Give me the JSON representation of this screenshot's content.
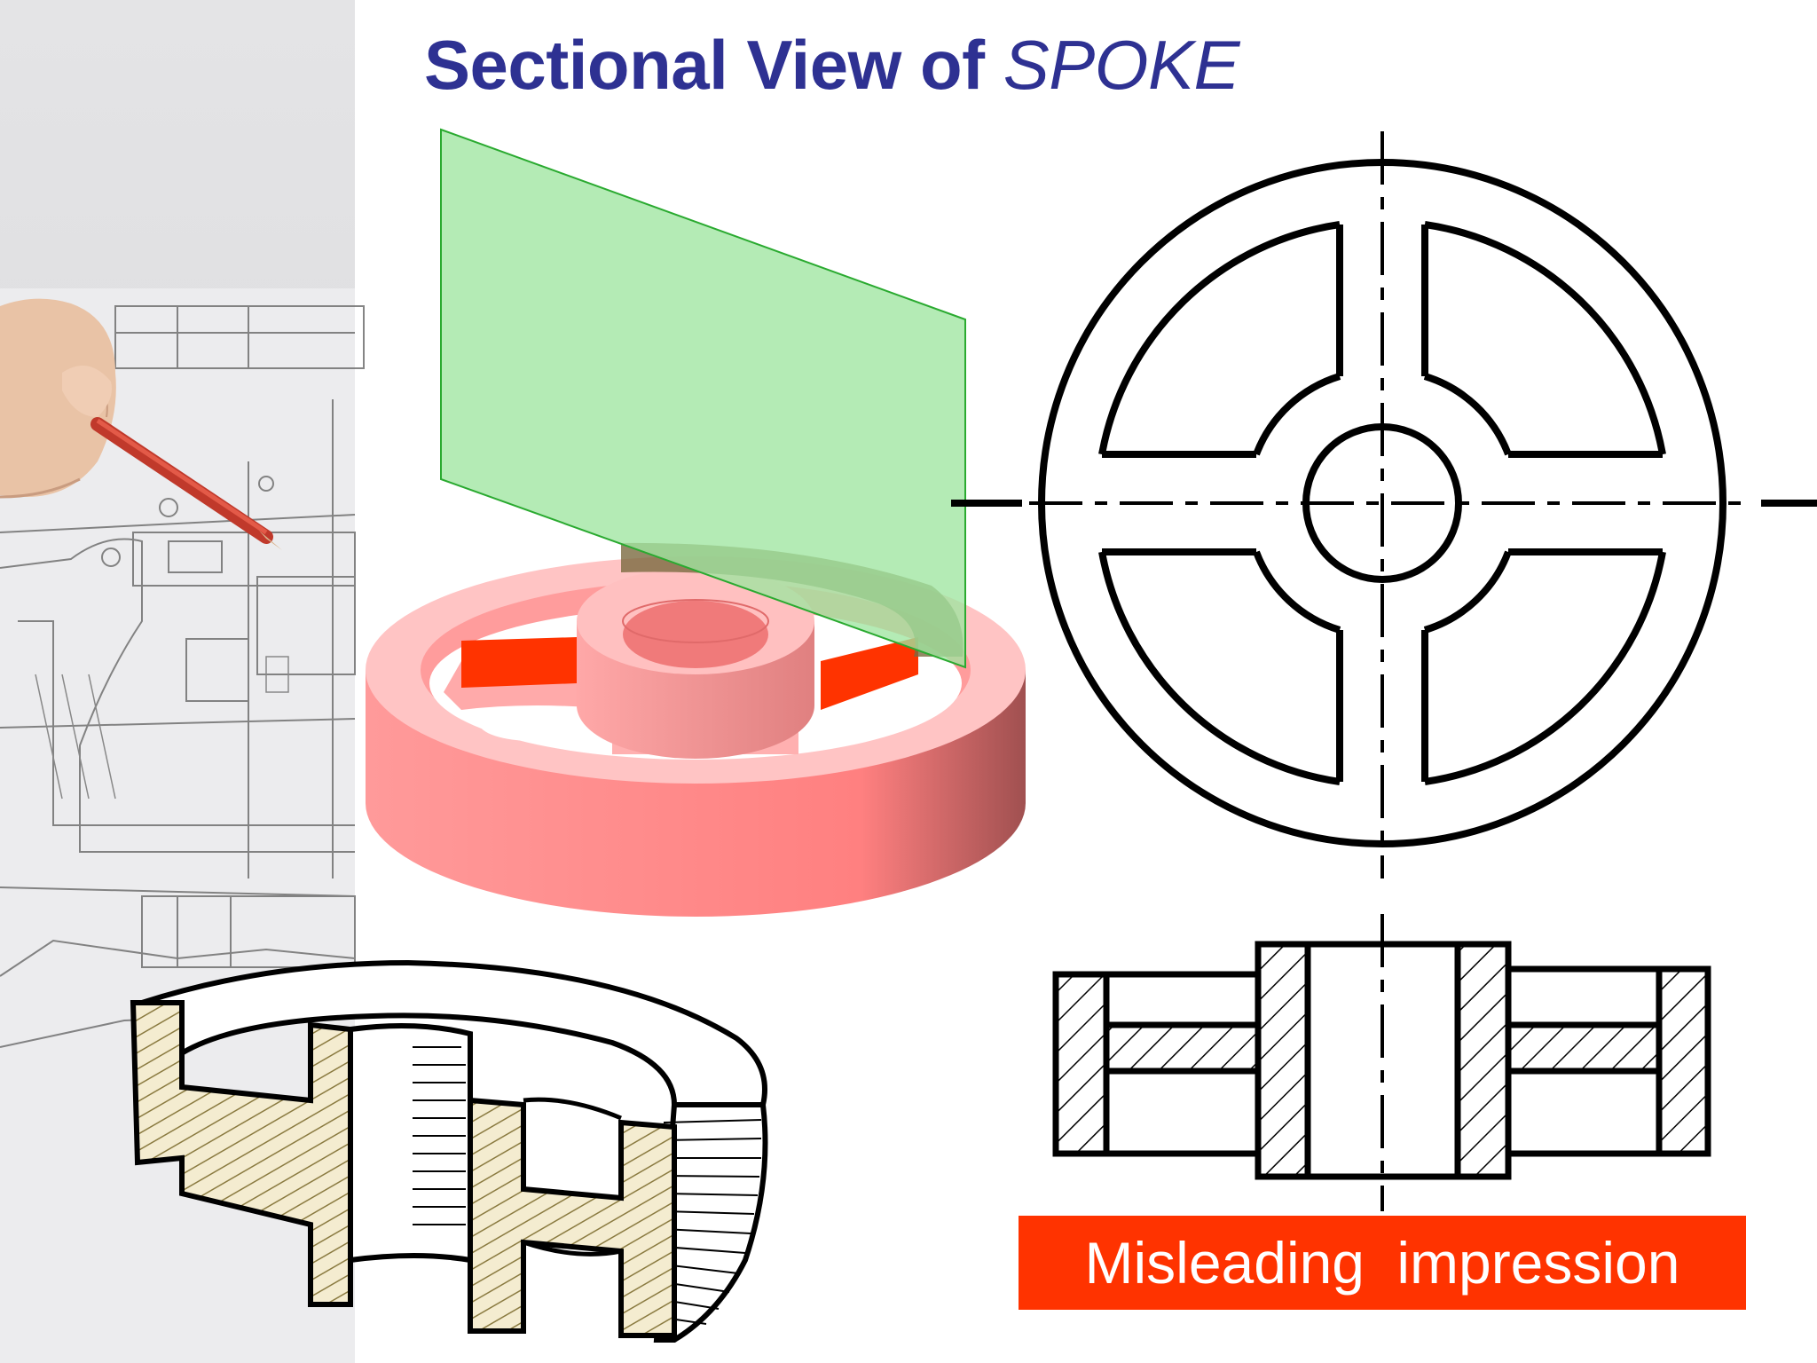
{
  "slide": {
    "title_main": "Sectional View of ",
    "title_italic": "SPOKE",
    "caption": "Misleading  impression"
  },
  "colors": {
    "title": "#2e3192",
    "caption_background": "#ff3300",
    "solid_body": "#ff8080",
    "cut_surface": "#ff3300",
    "cutting_plane": "#9fe6a0"
  },
  "icons": [
    "hand-with-pencil-icon"
  ]
}
